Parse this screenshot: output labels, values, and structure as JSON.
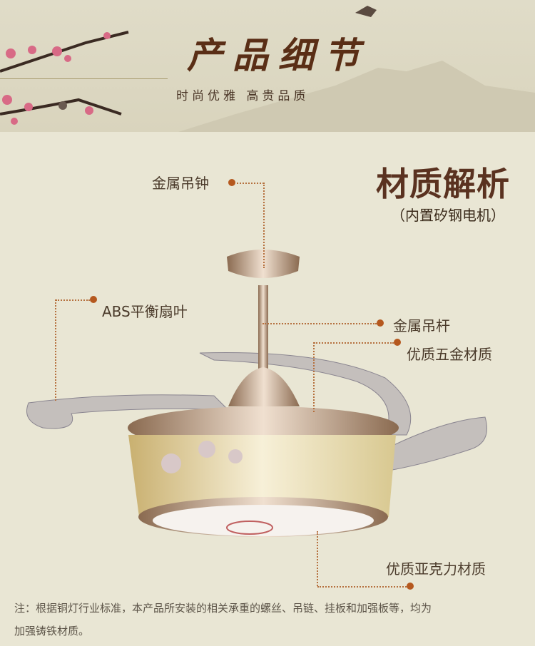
{
  "header": {
    "title": "产品细节",
    "subtitle": "时尚优雅  高贵品质"
  },
  "section": {
    "title": "材质解析",
    "subtitle": "（内置矽钢电机）"
  },
  "callouts": [
    "金属吊钟",
    "ABS平衡扇叶",
    "金属吊杆",
    "优质五金材质",
    "优质亚克力材质"
  ],
  "note": {
    "line1": "注：根据铜灯行业标准，本产品所安装的相关承重的螺丝、吊链、挂板和加强板等，均为",
    "line2": "加强铸铁材质。"
  },
  "colors": {
    "background": "#e9e6d4",
    "title": "#5a2e16",
    "accent_dot": "#b5581e"
  }
}
